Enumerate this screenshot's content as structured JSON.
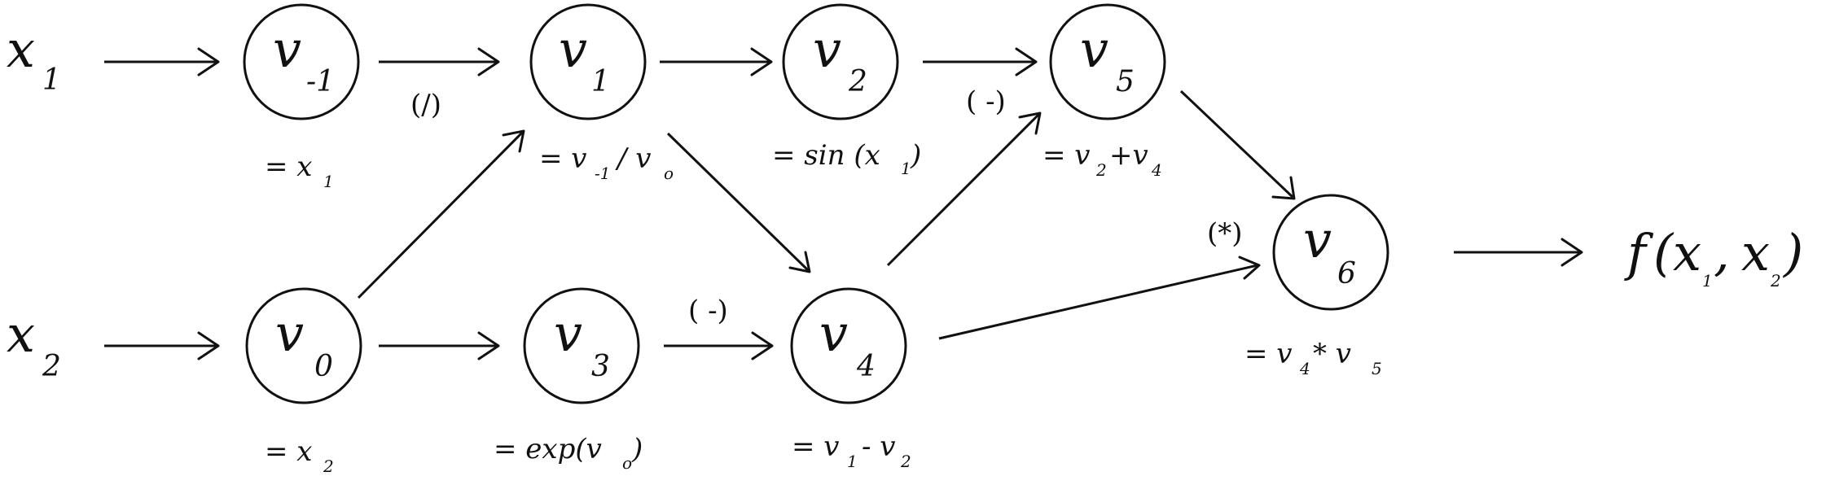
{
  "inputs": [
    {
      "letter": "x",
      "sub": "1"
    },
    {
      "letter": "x",
      "sub": "2"
    }
  ],
  "nodes": [
    {
      "letter": "v",
      "sub": "-1",
      "formula": {
        "prefix": "= x",
        "sub": "1"
      }
    },
    {
      "letter": "v",
      "sub": "0",
      "formula": {
        "prefix": "= x",
        "sub": "2"
      }
    },
    {
      "letter": "v",
      "sub": "1",
      "formula": {
        "a": "= v",
        "a_sub": "-1",
        "mid": "/ v",
        "b_sub": "o"
      }
    },
    {
      "letter": "v",
      "sub": "2",
      "formula": {
        "prefix": "= sin (x",
        "sub": "1",
        "suffix": ")"
      }
    },
    {
      "letter": "v",
      "sub": "3",
      "formula": {
        "prefix": "= exp(v",
        "sub": "o",
        "suffix": ")"
      }
    },
    {
      "letter": "v",
      "sub": "4",
      "formula": {
        "a": "= v",
        "a_sub": "1",
        "mid": "- v",
        "b_sub": "2"
      }
    },
    {
      "letter": "v",
      "sub": "5",
      "formula": {
        "a": "= v",
        "a_sub": "2",
        "mid": "+v",
        "b_sub": "4"
      }
    },
    {
      "letter": "v",
      "sub": "6",
      "formula": {
        "a": "= v",
        "a_sub": "4",
        "mid": " * v",
        "b_sub": "5"
      }
    }
  ],
  "operators": {
    "divide": "(/)",
    "minus_upper": "( -)",
    "minus_lower": "( -)",
    "times": "(*)"
  },
  "output": {
    "fn": "f",
    "open": "(",
    "arg1": "x",
    "arg1_sub": "1",
    "comma": ",",
    "arg2": "x",
    "arg2_sub": "2",
    "close": ")"
  }
}
